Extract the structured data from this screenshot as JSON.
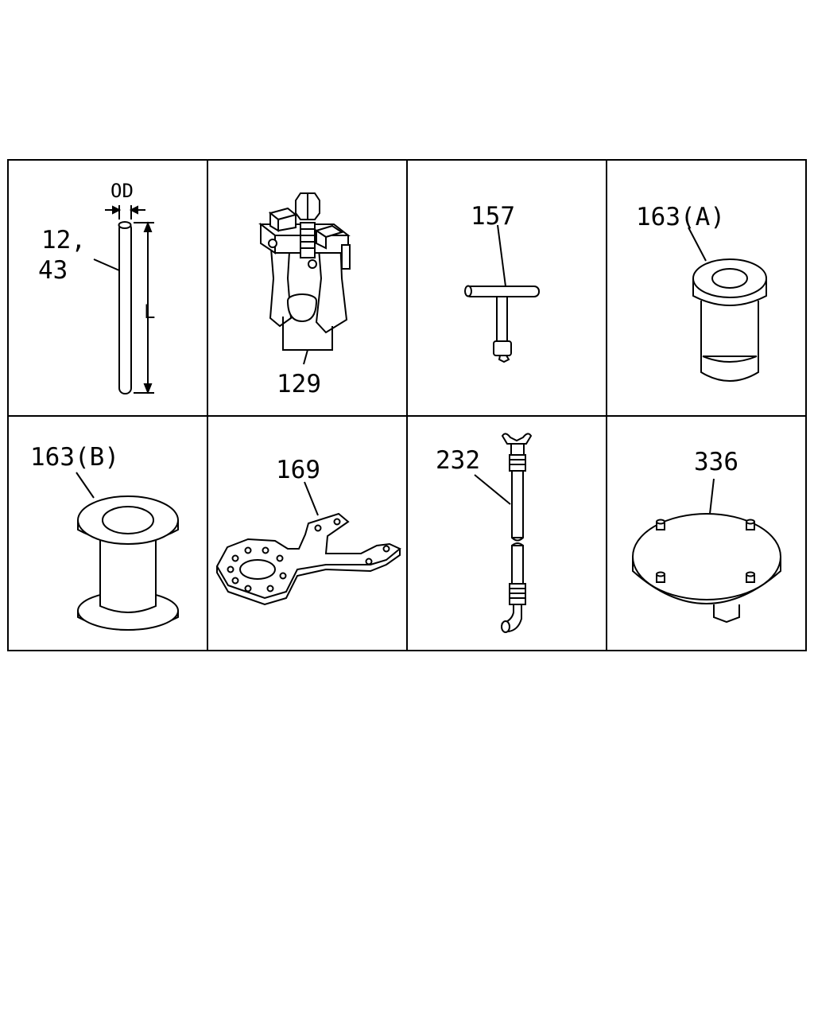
{
  "cells": [
    {
      "labels": [
        "12,",
        "43"
      ],
      "dimensions": {
        "outer_diameter": "OD",
        "length": "L"
      }
    },
    {
      "labels": [
        "129"
      ]
    },
    {
      "labels": [
        "157"
      ]
    },
    {
      "labels": [
        "163(A)"
      ]
    },
    {
      "labels": [
        "163(B)"
      ]
    },
    {
      "labels": [
        "169"
      ]
    },
    {
      "labels": [
        "232"
      ]
    },
    {
      "labels": [
        "336"
      ]
    }
  ],
  "icons": [
    "rod-icon",
    "puller-icon",
    "t-handle-wrench-icon",
    "bushing-installer-icon",
    "spool-installer-icon",
    "holder-bracket-icon",
    "extension-rod-icon",
    "base-plate-icon"
  ]
}
